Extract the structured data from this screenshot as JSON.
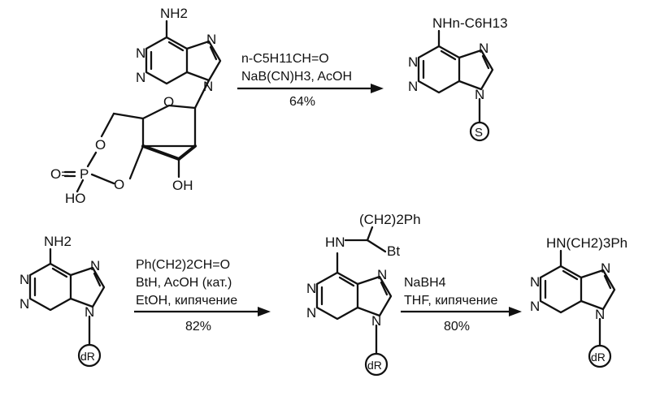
{
  "reaction1": {
    "reagent_line1": "n-C5H11CH=O",
    "reagent_line2": "NaB(CN)H3, AcOH",
    "yield": "64%",
    "product_substituent": "NHn-C6H13",
    "support_label": "S",
    "start_amino": "NH2",
    "start_sugar_labels": {
      "o_top": "O",
      "o_bottom": "O",
      "p": "P",
      "o_eq": "O=",
      "ho": "HO",
      "oh": "OH",
      "ring_o": "O"
    }
  },
  "reaction2": {
    "reagent_line1": "Ph(CH2)2CH=O",
    "reagent_line2": "BtH, AcOH (кат.)",
    "reagent_line3": "EtOH, кипячение",
    "yield": "82%",
    "start_amino": "NH2",
    "start_sugar_label": "dR",
    "intermediate_top": "(CH2)2Ph",
    "intermediate_hn": "HN",
    "intermediate_bt": "Bt",
    "intermediate_sugar_label": "dR"
  },
  "reaction3": {
    "reagent_line1": "NaBH4",
    "reagent_line2": "THF, кипячение",
    "yield": "80%",
    "product_substituent": "HN(CH2)3Ph",
    "product_sugar_label": "dR"
  },
  "atoms": {
    "n": "N"
  }
}
